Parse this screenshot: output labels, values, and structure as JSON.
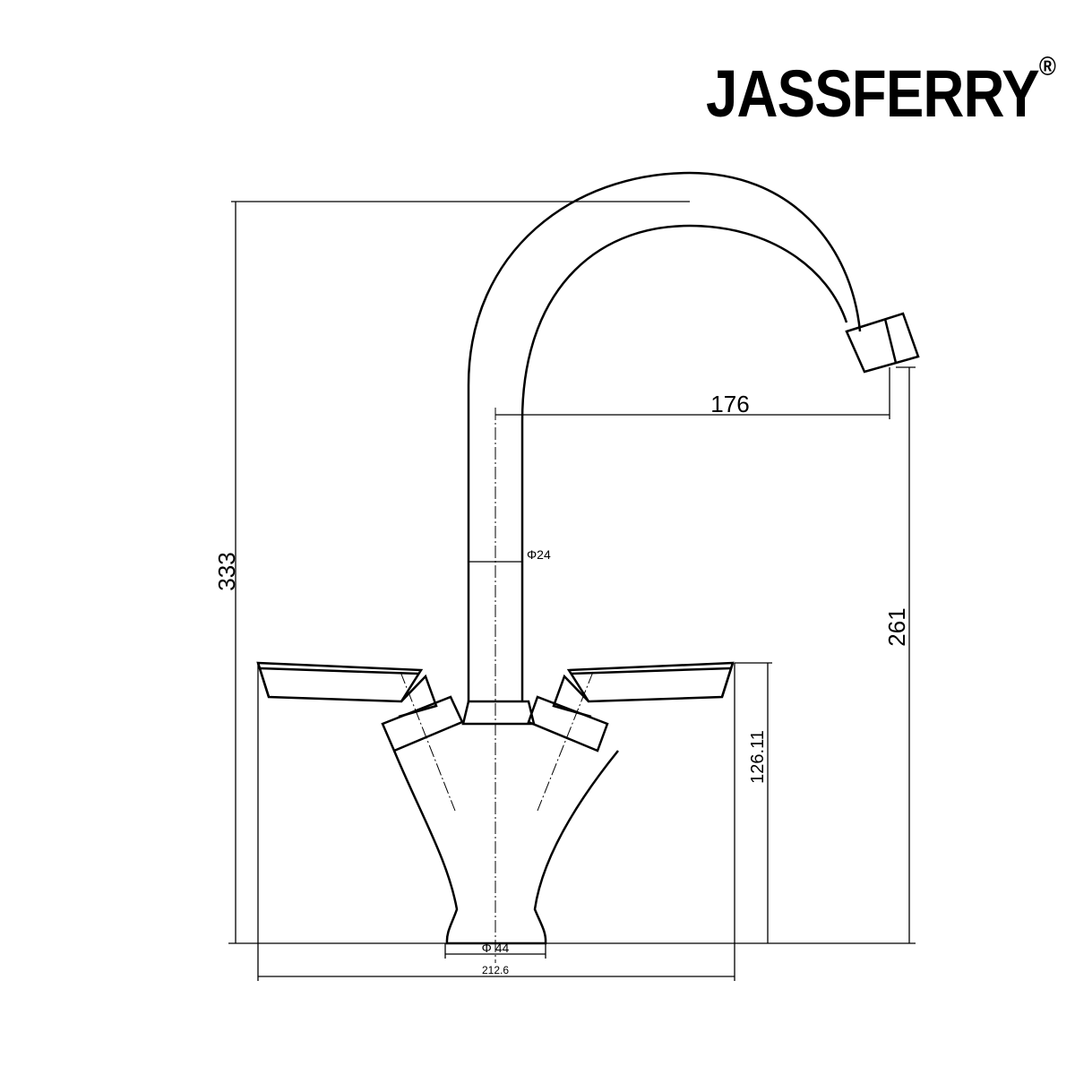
{
  "brand": {
    "name": "JASSFERRY",
    "mark": "®"
  },
  "dimensions": {
    "height_total": "333",
    "spout_reach": "176",
    "spout_height": "261",
    "spout_diameter": "Φ24",
    "handle_height": "126.11",
    "base_diameter": "Φ 44",
    "overall_width": "212.6"
  },
  "colors": {
    "line": "#000000",
    "background": "#ffffff"
  }
}
